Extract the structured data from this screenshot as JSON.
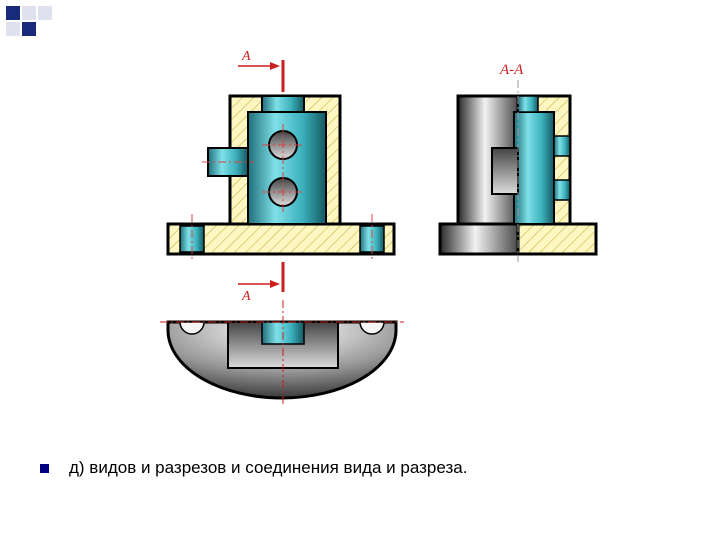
{
  "drawing": {
    "section_label_top": "A",
    "section_label_bottom": "A",
    "section_view_title": "A-A"
  },
  "caption": {
    "text": "д) видов и разрезов и соединения вида и разреза."
  },
  "colors": {
    "accent_red": "#cc1f1f",
    "hatch_fill": "#fff7c2",
    "cyan_body": "#46c0cc",
    "gray_body": "#6e6e6e",
    "slide_bullet": "#000080",
    "corner_blue": "#1a2a7a"
  }
}
